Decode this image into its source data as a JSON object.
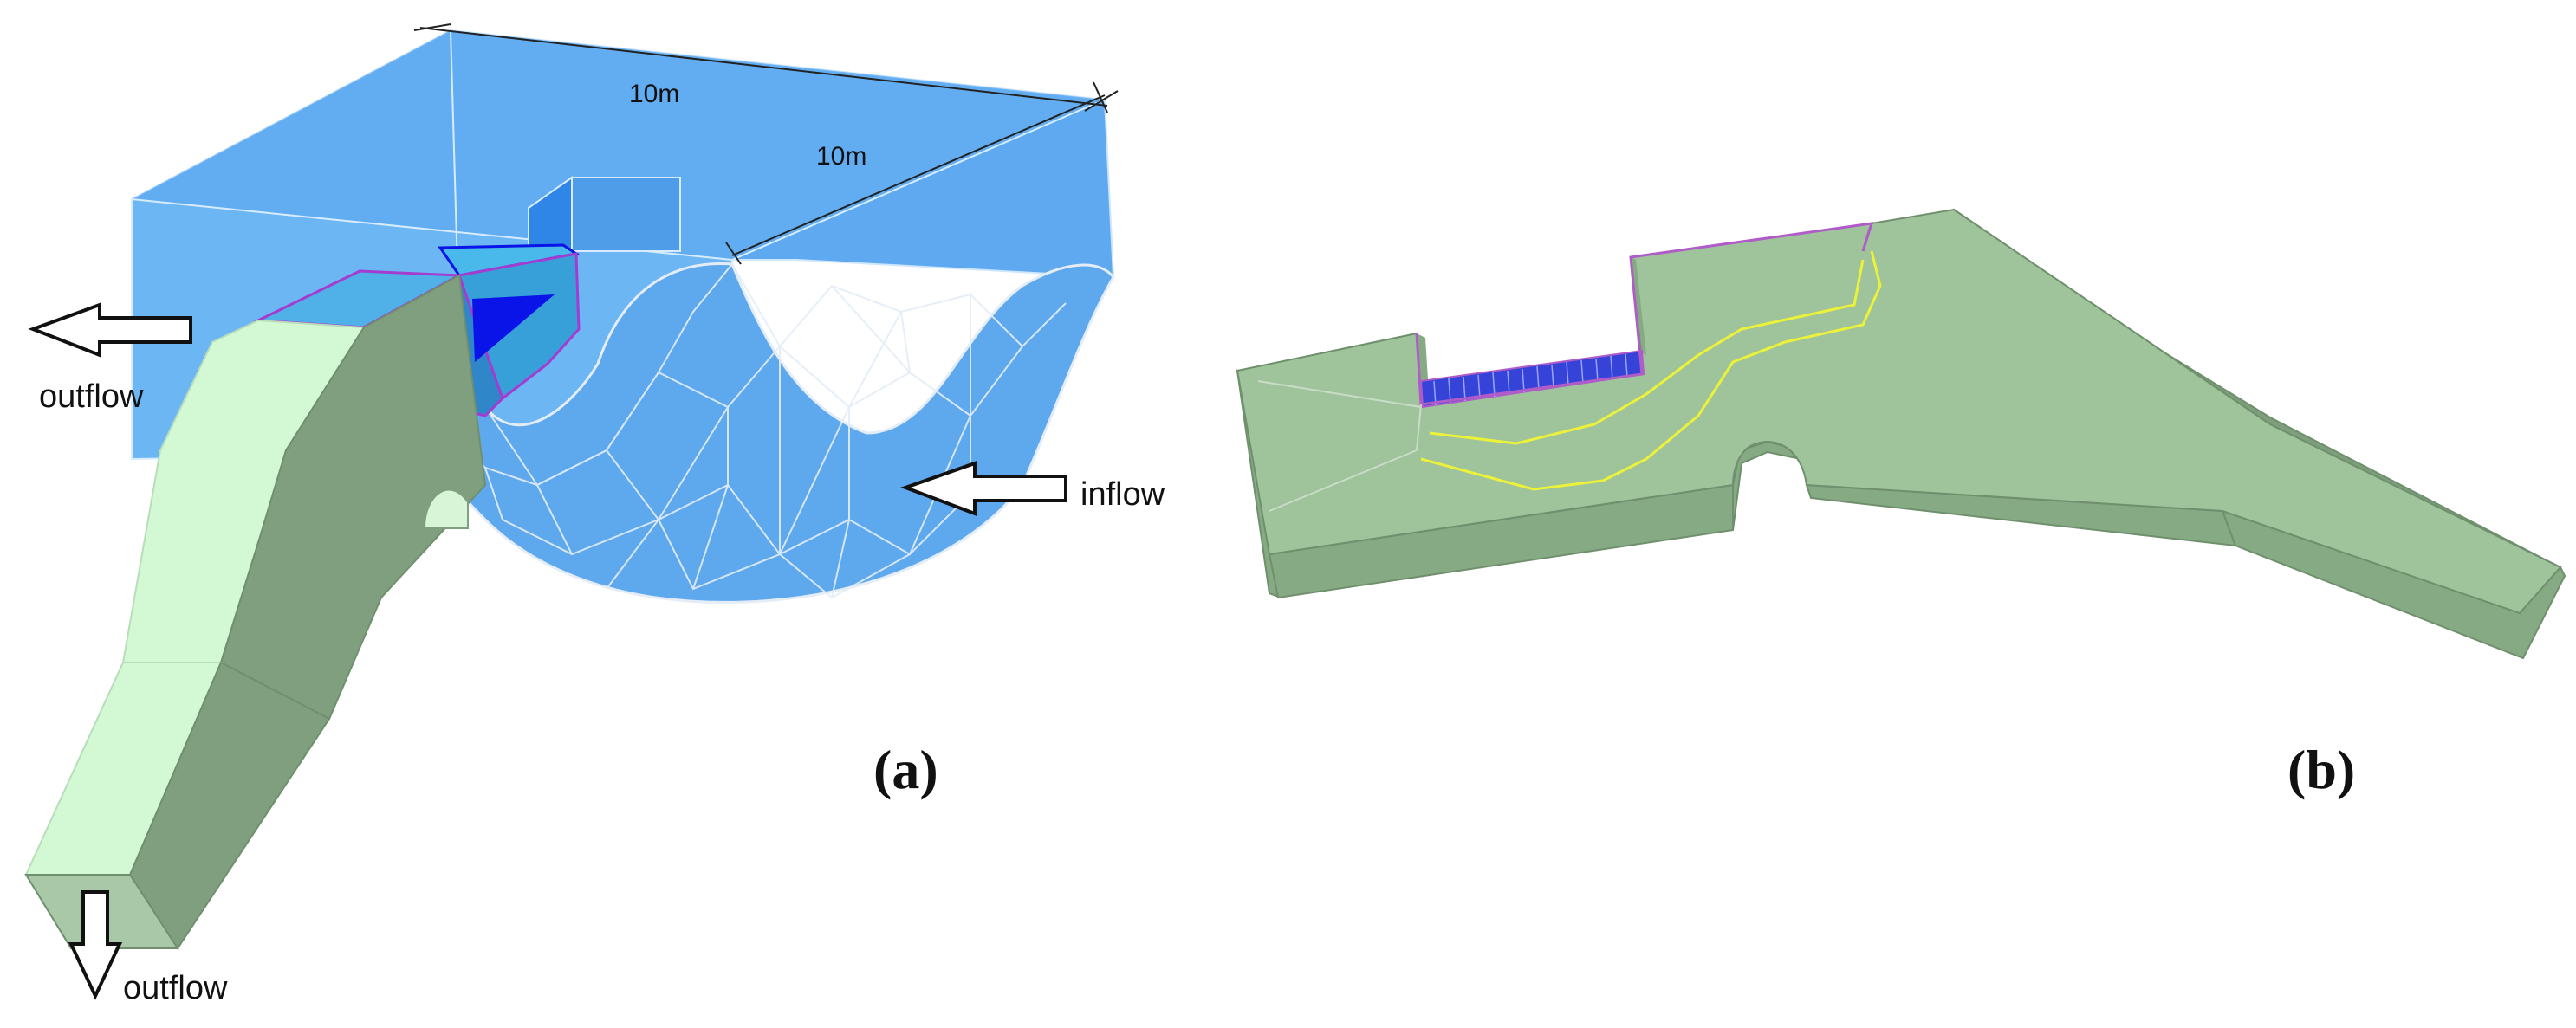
{
  "panel_a": {
    "dimension_top": "10m",
    "dimension_right": "10m",
    "label_outflow_left": "outflow",
    "label_inflow": "inflow",
    "label_outflow_bottom": "outflow",
    "caption": "(a)",
    "colors": {
      "tank_back": "#5fa9f0",
      "tank_front": "#6ab4f2",
      "tank_edge": "#d7ecff",
      "mesh_fill": "#5fa8ee",
      "mesh_line": "#e4edf7",
      "channel_light": "#d3f8d4",
      "channel_dark": "#7f9f7f",
      "weir_blue": "#0a14e8",
      "outline_purple": "#a43cd0"
    }
  },
  "panel_b": {
    "caption": "(b)",
    "colors": {
      "slab_top": "#9fc49c",
      "slab_side": "#86aa84",
      "slab_edge": "#6f8f6d",
      "flow_line": "#ecf23a",
      "grid_blue": "#2d3ad8",
      "outline_purple": "#b05cc8"
    }
  }
}
